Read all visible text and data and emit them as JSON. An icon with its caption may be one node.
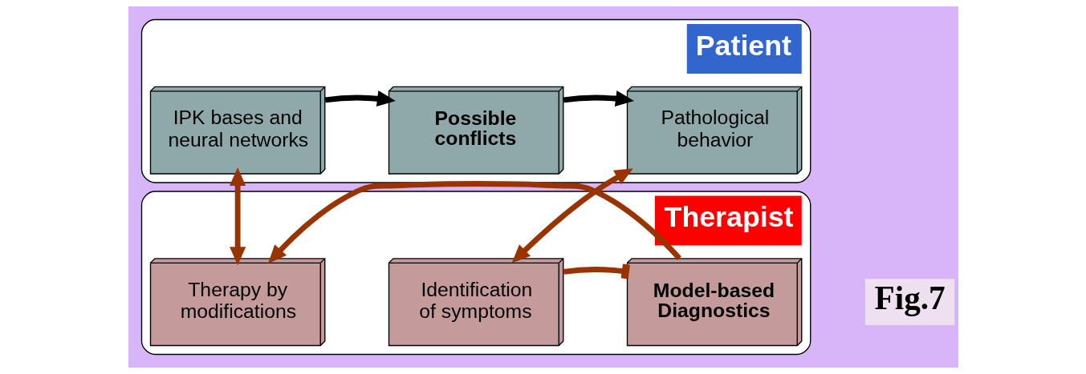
{
  "diagram": {
    "nodes": [
      {
        "text": [
          "Patient"
        ]
      },
      {
        "text": [
          "IPK bases and neural networks"
        ],
        "in": 0
      },
      {
        "text": [
          "Possible conflicts"
        ],
        "in": 0
      },
      {
        "text": [
          "Pathological behavior"
        ],
        "in": 0
      },
      {
        "text": [
          "Therapist"
        ]
      },
      {
        "text": [
          "Therapy by modifications"
        ],
        "in": 4
      },
      {
        "text": [
          "Model-based Diagnostics"
        ],
        "in": 4
      },
      {
        "text": [
          "Identification of symptoms"
        ],
        "in": 4
      }
    ],
    "edges": [
      {
        "from": 1,
        "to": 2,
        "arrow": "to",
        "color": "#000000"
      },
      {
        "from": 2,
        "to": 3,
        "arrow": "to",
        "color": "#000000"
      },
      {
        "from": 1,
        "to": 5,
        "arrow": "both"
      },
      {
        "from": 3,
        "to": 7,
        "arrow": "both"
      },
      {
        "from": 6,
        "to": 5,
        "arrow": "to"
      },
      {
        "from": 7,
        "to": 6,
        "arrow": "other"
      }
    ],
    "labels": [
      "Fig.7"
    ]
  }
}
